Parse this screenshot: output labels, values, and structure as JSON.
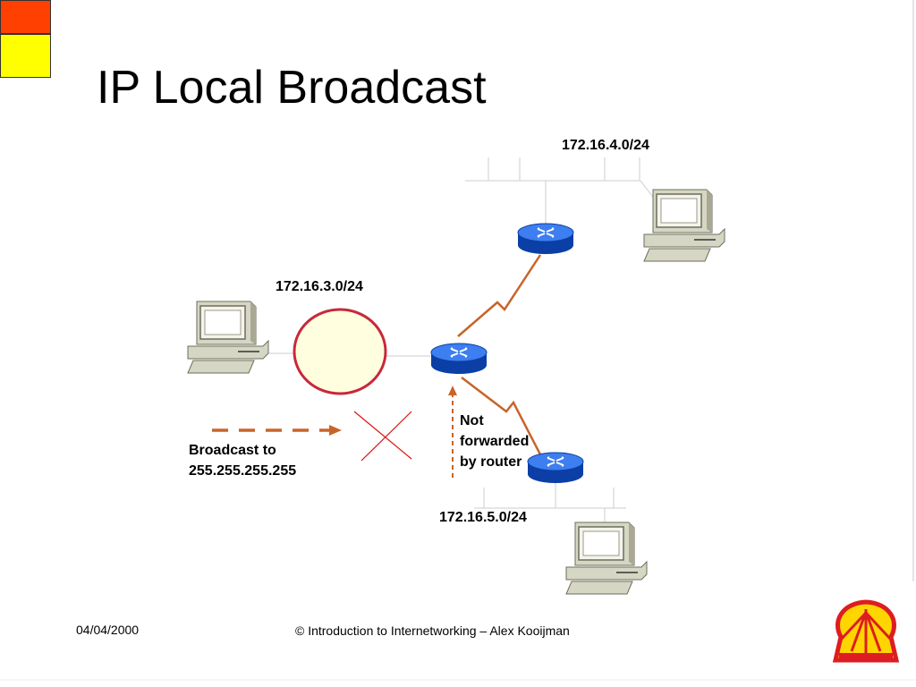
{
  "slide": {
    "title": "IP Local Broadcast",
    "networks": {
      "net_top": "172.16.4.0/24",
      "net_left": "172.16.3.0/24",
      "net_bottom": "172.16.5.0/24"
    },
    "broadcast_label_line1": "Broadcast to",
    "broadcast_label_line2": "255.255.255.255",
    "not_forwarded_line1": "Not",
    "not_forwarded_line2": "forwarded",
    "not_forwarded_line3": "by router"
  },
  "footer": {
    "date": "04/04/2000",
    "copyright": "© Introduction to Internetworking – Alex Kooijman"
  },
  "colors": {
    "corner_red": "#ff4000",
    "corner_yellow": "#ffff00",
    "router_blue": "#1f5fd6",
    "link_orange": "#c8642a",
    "cross_red": "#e01010",
    "segment_fill": "#ffffe0",
    "segment_border": "#c8283c",
    "shell_red": "#dd1d21",
    "shell_yellow": "#ffd500"
  },
  "icons": [
    "router-icon",
    "workstation-icon",
    "shell-logo"
  ]
}
